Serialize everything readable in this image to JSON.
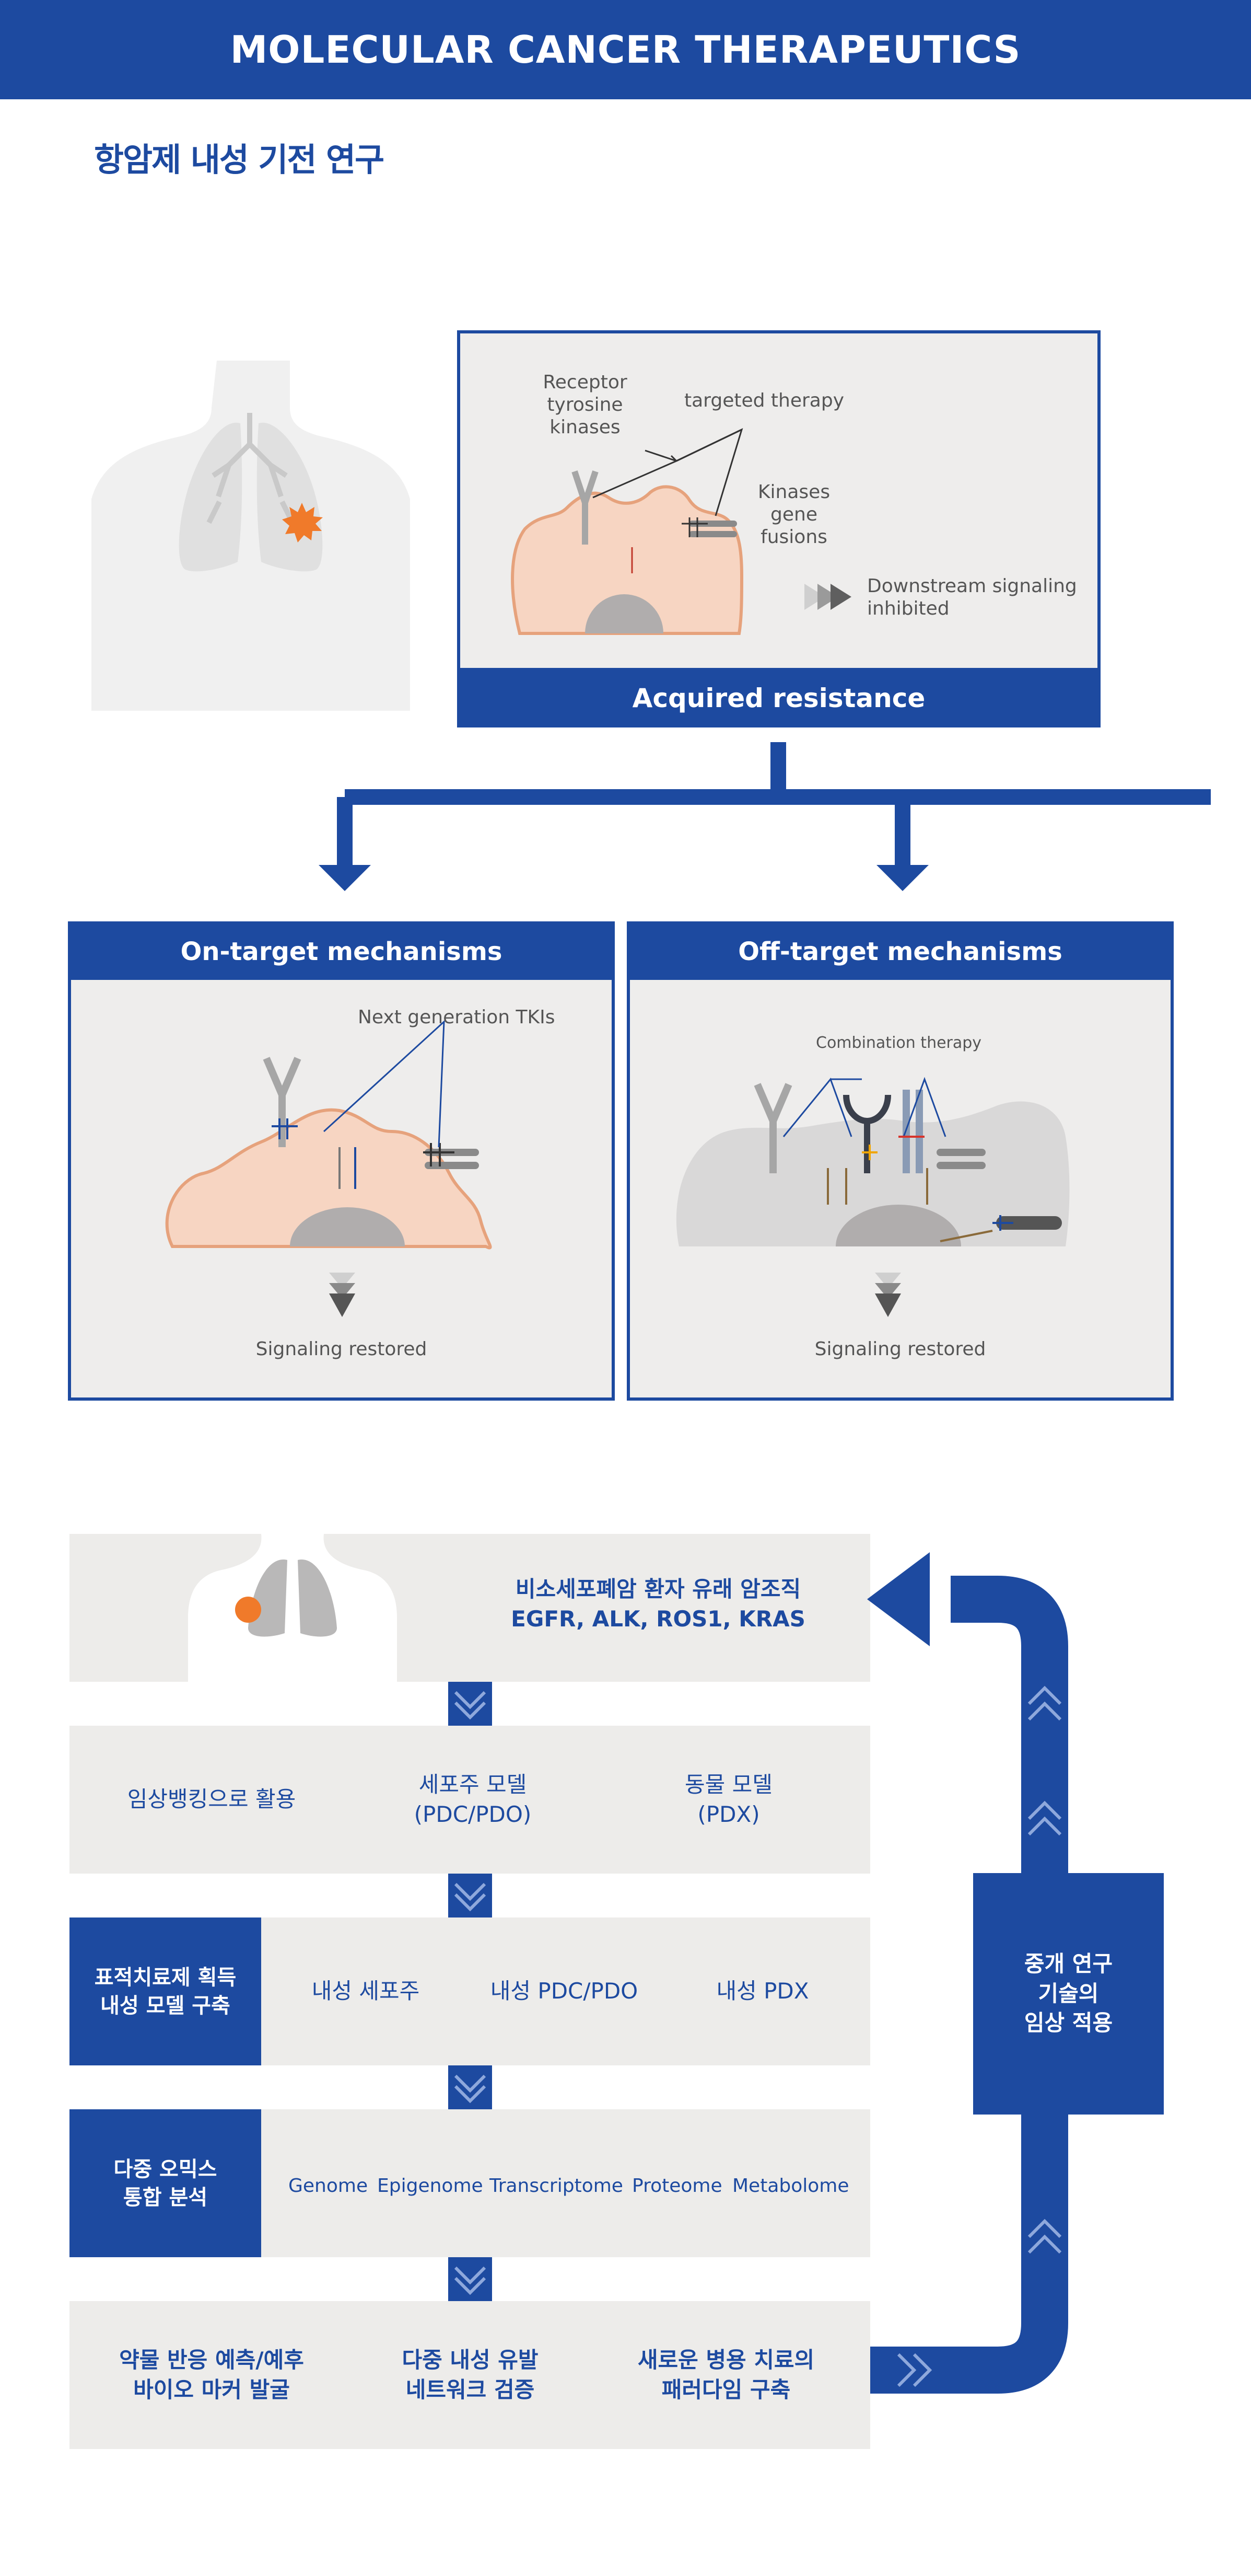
{
  "header": {
    "title": "MOLECULAR CANCER THERAPEUTICS"
  },
  "subtitle": "항암제 내성 기전 연구",
  "top_panel": {
    "receptor_label": "Receptor\ntyrosine\nkinases",
    "targeted_label": "targeted therapy",
    "fusion_label": "Kinases\ngene\nfusions",
    "downstream_label": "Downstream signaling\ninhibited",
    "bar_label": "Acquired resistance"
  },
  "on_target": {
    "title": "On-target mechanisms",
    "tki_label": "Next generation TKIs",
    "restored_label": "Signaling restored"
  },
  "off_target": {
    "title": "Off-target mechanisms",
    "combo_label": "Combination therapy",
    "restored_label": "Signaling restored"
  },
  "flow": {
    "step1": {
      "line1": "비소세포폐암 환자 유래 암조직",
      "line2": "EGFR, ALK, ROS1, KRAS"
    },
    "step2": {
      "item1": "임상뱅킹으로 활용",
      "item2": "세포주 모델\n(PDC/PDO)",
      "item3": "동물 모델\n(PDX)"
    },
    "step3": {
      "label": "표적치료제 획득\n내성 모델 구축",
      "item1": "내성 세포주",
      "item2": "내성 PDC/PDO",
      "item3": "내성 PDX"
    },
    "step4": {
      "label": "다중 오믹스\n통합 분석",
      "items": [
        "Genome",
        "Epigenome",
        "Transcriptome",
        "Proteome",
        "Metabolome"
      ]
    },
    "step5": {
      "item1": "약물 반응 예측/예후\n바이오 마커 발굴",
      "item2": "다중 내성 유발\n네트워크 검증",
      "item3": "새로운 병용 치료의\n패러다임 구축"
    },
    "side_box": "중개 연구\n기술의\n임상 적용"
  },
  "colors": {
    "primary": "#1d4aa0",
    "panel_bg": "#eeedec",
    "tumor": "#f07a2a"
  }
}
